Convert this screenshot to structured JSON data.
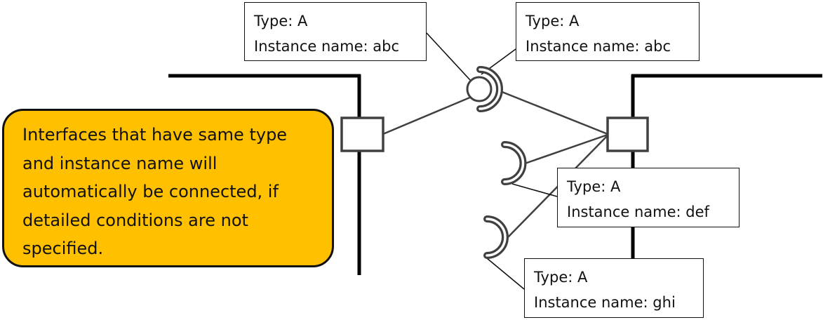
{
  "callout": {
    "text": "Interfaces that have same type and instance name will automatically be connected, if detailed conditions are not specified.",
    "background": "#FFC000"
  },
  "labels": [
    {
      "type_line": "Type: A",
      "instance_line": "Instance name: abc"
    },
    {
      "type_line": "Type: A",
      "instance_line": "Instance name: abc"
    },
    {
      "type_line": "Type: A",
      "instance_line": "Instance name: def"
    },
    {
      "type_line": "Type: A",
      "instance_line": "Instance name: ghi"
    }
  ],
  "colors": {
    "structure": "#000000",
    "connector": "#404040",
    "label_border": "#111111"
  }
}
